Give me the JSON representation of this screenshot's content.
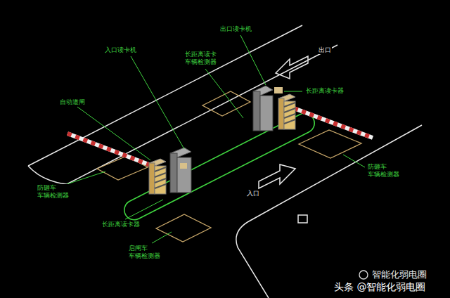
{
  "diagram": {
    "labels": [
      "入口读卡机",
      "出口读卡机",
      "自动道闸",
      "长距离读卡 车辆检测器",
      "长距离读卡器",
      "防砸车 车辆检测器",
      "防砸车 车辆检测器",
      "长距离读卡器",
      "启闸车 车辆检测器",
      "出口",
      "入口",
      "智能化弱电圈",
      "头条 @智能化弱电圈"
    ]
  }
}
